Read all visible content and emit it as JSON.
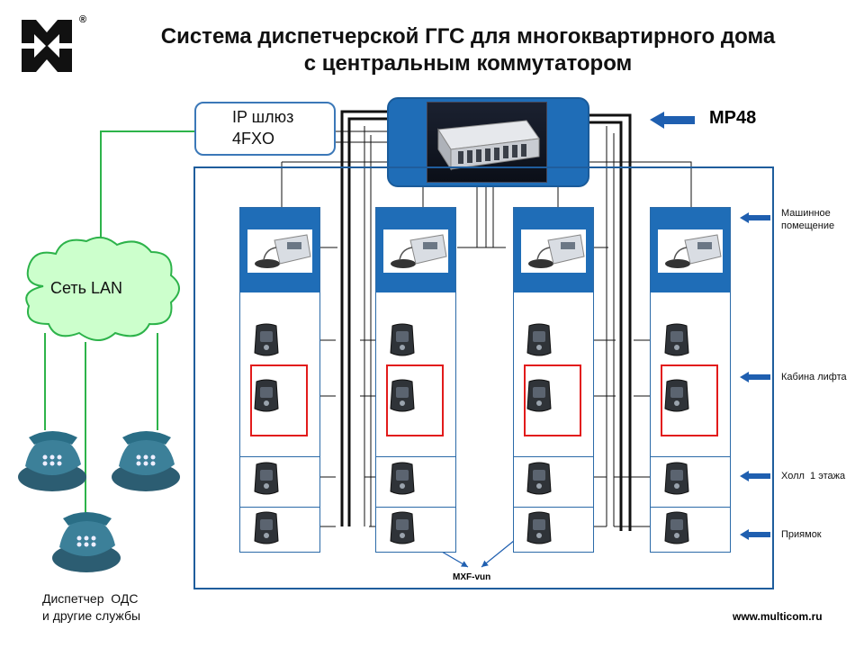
{
  "title_line1": "Система диспетчерской ГГС для многоквартирного дома",
  "title_line2": "с центральным коммутатором",
  "gateway": {
    "line1": "IP шлюз",
    "line2": "4FXO"
  },
  "switch_model": "MP48",
  "cloud_label": "Сеть LAN",
  "zones": {
    "machine_room": {
      "line1": "Машинное",
      "line2": "помещение"
    },
    "lift_cabin": "Кабина лифта",
    "hall": "Холл  1 этажа",
    "pit": "Приямок"
  },
  "intercom_model": "MXF-vun",
  "dispatcher": {
    "line1": "Диспетчер  ОДС",
    "line2": "и другие службы"
  },
  "website": "www.multicom.ru",
  "logo_mark": "®",
  "colors": {
    "accent_blue": "#1f6db7",
    "network_green": "#2db34a",
    "cloud_fill": "#ccffcc",
    "highlight_red": "#e21b1b",
    "arrow_blue": "#1f5fb0"
  }
}
